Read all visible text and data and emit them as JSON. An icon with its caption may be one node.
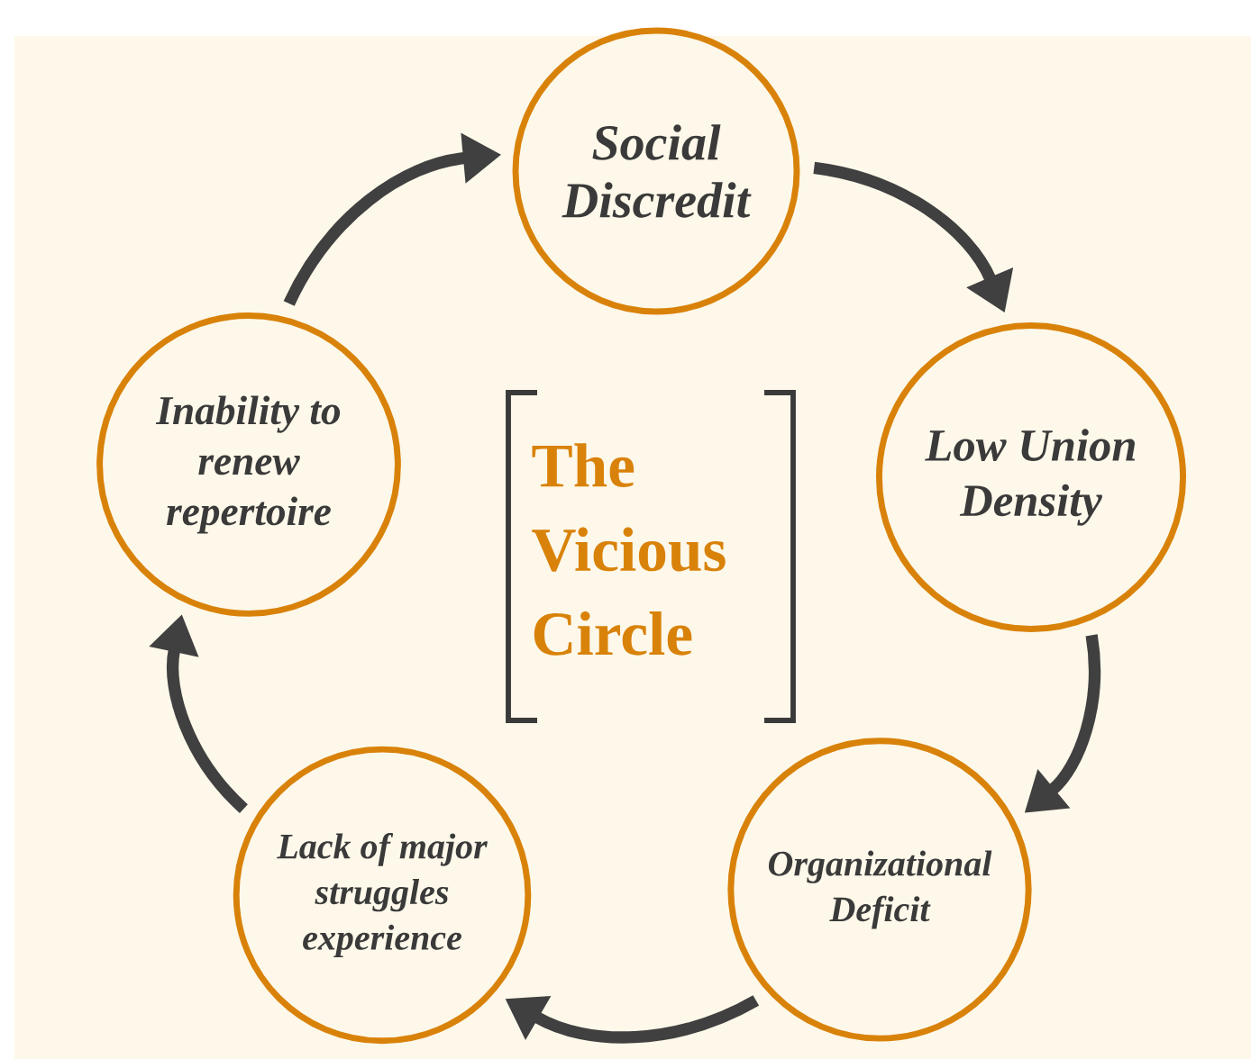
{
  "diagram": {
    "title": "The Vicious Circle",
    "nodes": [
      {
        "text": [
          "Social Discredit"
        ]
      },
      {
        "text": [
          "Low Union Density"
        ]
      },
      {
        "text": [
          "Organizational Deficit"
        ]
      },
      {
        "text": [
          "Lack of major struggles experience"
        ]
      },
      {
        "text": [
          "Inability to renew repertoire"
        ]
      }
    ],
    "edges": [
      {
        "from": 0,
        "to": 1,
        "arrow": "to"
      },
      {
        "from": 1,
        "to": 2,
        "arrow": "to"
      },
      {
        "from": 2,
        "to": 3,
        "arrow": "to"
      },
      {
        "from": 3,
        "to": 4,
        "arrow": "to"
      },
      {
        "from": 4,
        "to": 0,
        "arrow": "to"
      }
    ]
  }
}
